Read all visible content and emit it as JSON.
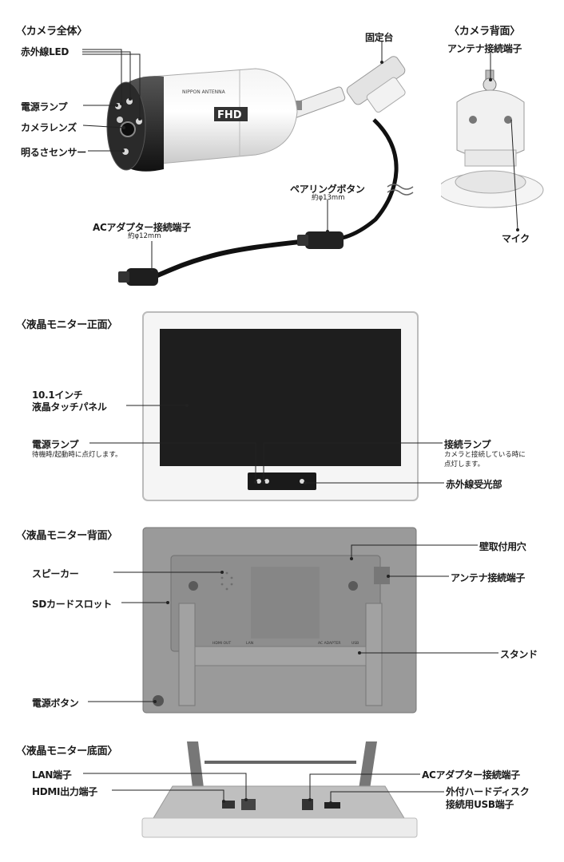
{
  "sections": {
    "camera_full": "〈カメラ全体〉",
    "camera_back": "〈カメラ背面〉",
    "monitor_front": "〈液晶モニター正面〉",
    "monitor_back": "〈液晶モニター背面〉",
    "monitor_bottom": "〈液晶モニター底面〉"
  },
  "camera": {
    "ir_led": "赤外線LED",
    "power_lamp": "電源ランプ",
    "lens": "カメラレンズ",
    "brightness_sensor": "明るさセンサー",
    "mount": "固定台",
    "pairing_button": "ペアリングボタン",
    "pairing_size": "約φ13mm",
    "ac_terminal": "ACアダプター接続端子",
    "ac_size": "約φ12mm",
    "brand": "NIPPON ANTENNA",
    "badge": "FHD"
  },
  "camera_back": {
    "antenna_terminal": "アンテナ接続端子",
    "mic": "マイク"
  },
  "monitor_front": {
    "panel_line1": "10.1インチ",
    "panel_line2": "液晶タッチパネル",
    "power_lamp": "電源ランプ",
    "power_lamp_note": "待機時/起動時に点灯します。",
    "connect_lamp": "接続ランプ",
    "connect_lamp_note1": "カメラと接続している時に",
    "connect_lamp_note2": "点灯します。",
    "ir_receiver": "赤外線受光部"
  },
  "monitor_back": {
    "wall_hole": "壁取付用穴",
    "antenna_terminal": "アンテナ接続端子",
    "speaker": "スピーカー",
    "sd_slot": "SDカードスロット",
    "stand": "スタンド",
    "power_button": "電源ボタン",
    "port_hdmi": "HDMI OUT",
    "port_lan": "LAN",
    "port_ac": "AC ADAPTER",
    "port_usb": "USB"
  },
  "monitor_bottom": {
    "lan": "LAN端子",
    "hdmi": "HDMI出力端子",
    "ac": "ACアダプター接続端子",
    "hdd_line1": "外付ハードディスク",
    "hdd_line2": "接続用USB端子"
  }
}
